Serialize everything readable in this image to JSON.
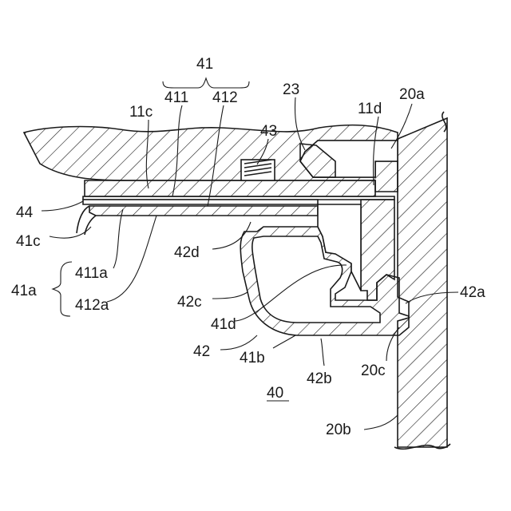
{
  "figure": {
    "labels": {
      "l41": "41",
      "l411": "411",
      "l412": "412",
      "l11c": "11c",
      "l23": "23",
      "l11d": "11d",
      "l20a": "20a",
      "l43": "43",
      "l44": "44",
      "l41c": "41c",
      "l42d": "42d",
      "l411a": "411a",
      "l41a": "41a",
      "l412a": "412a",
      "l42c": "42c",
      "l41d": "41d",
      "l42a": "42a",
      "l42": "42",
      "l41b": "41b",
      "l42b": "42b",
      "l20c": "20c",
      "l40": "40",
      "l20b": "20b"
    }
  }
}
